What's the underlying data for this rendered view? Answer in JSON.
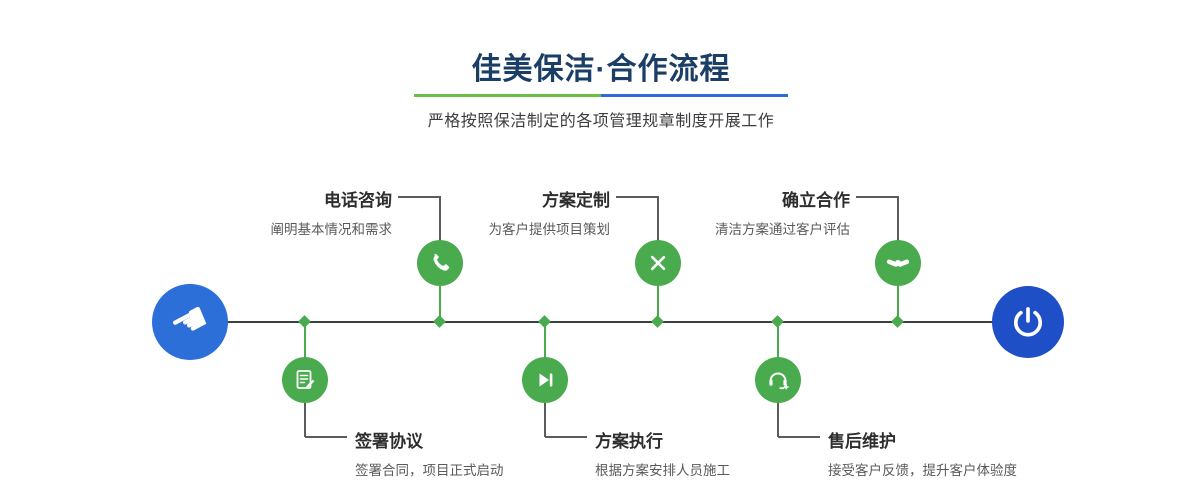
{
  "header": {
    "title": "佳美保洁·合作流程",
    "subtitle": "严格按照保洁制定的各项管理规章制度开展工作"
  },
  "steps_top": [
    {
      "title": "电话咨询",
      "desc": "阐明基本情况和需求",
      "icon": "phone-icon"
    },
    {
      "title": "方案定制",
      "desc": "为客户提供项目策划",
      "icon": "design-icon"
    },
    {
      "title": "确立合作",
      "desc": "清洁方案通过客户评估",
      "icon": "handshake-icon"
    }
  ],
  "steps_bottom": [
    {
      "title": "签署协议",
      "desc": "签署合同，项目正式启动",
      "icon": "sign-document-icon"
    },
    {
      "title": "方案执行",
      "desc": "根据方案安排人员施工",
      "icon": "play-execute-icon"
    },
    {
      "title": "售后维护",
      "desc": "接受客户反馈，提升客户体验度",
      "icon": "headset-icon"
    }
  ],
  "timeline": {
    "start_icon": "hand-pointer-icon",
    "end_icon": "power-icon"
  },
  "colors": {
    "green": "#49ab4e",
    "blue_start": "#2d6fd8",
    "blue_end": "#1e4fc6",
    "title_navy": "#1a3e66",
    "divider_green": "#6cbd45",
    "divider_blue": "#2e6bd9",
    "line": "#3e3e3e"
  }
}
